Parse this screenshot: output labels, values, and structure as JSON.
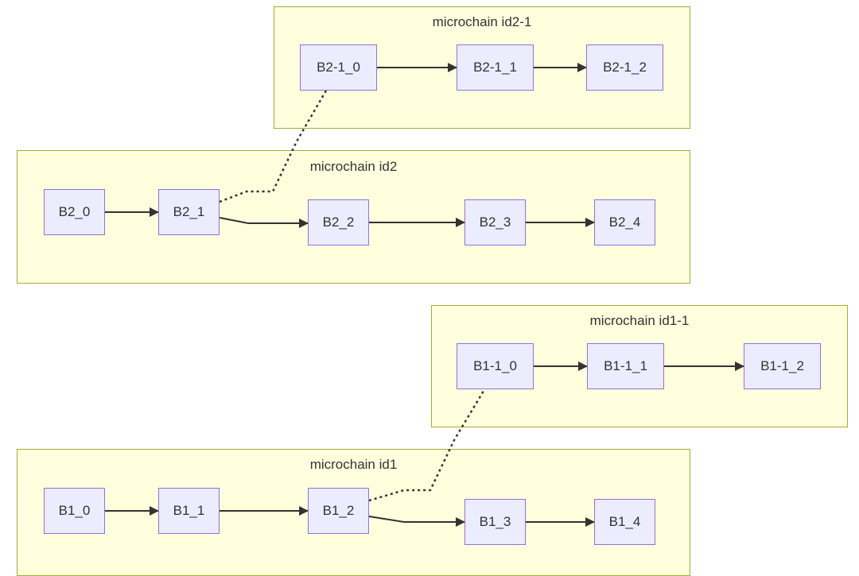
{
  "clusters": {
    "id2_1": {
      "title": "microchain id2-1"
    },
    "id2": {
      "title": "microchain id2"
    },
    "id1_1": {
      "title": "microchain id1-1"
    },
    "id1": {
      "title": "microchain id1"
    }
  },
  "nodes": {
    "b2_1_0": "B2-1_0",
    "b2_1_1": "B2-1_1",
    "b2_1_2": "B2-1_2",
    "b2_0": "B2_0",
    "b2_1": "B2_1",
    "b2_2": "B2_2",
    "b2_3": "B2_3",
    "b2_4": "B2_4",
    "b1_1_0": "B1-1_0",
    "b1_1_1": "B1-1_1",
    "b1_1_2": "B1-1_2",
    "b1_0": "B1_0",
    "b1_1": "B1_1",
    "b1_2": "B1_2",
    "b1_3": "B1_3",
    "b1_4": "B1_4"
  },
  "edges": [
    {
      "from": "B2-1_0",
      "to": "B2-1_1",
      "style": "solid"
    },
    {
      "from": "B2-1_1",
      "to": "B2-1_2",
      "style": "solid"
    },
    {
      "from": "B2_0",
      "to": "B2_1",
      "style": "solid"
    },
    {
      "from": "B2_1",
      "to": "B2_2",
      "style": "solid"
    },
    {
      "from": "B2_2",
      "to": "B2_3",
      "style": "solid"
    },
    {
      "from": "B2_3",
      "to": "B2_4",
      "style": "solid"
    },
    {
      "from": "B2_1",
      "to": "B2-1_0",
      "style": "dotted"
    },
    {
      "from": "B1-1_0",
      "to": "B1-1_1",
      "style": "solid"
    },
    {
      "from": "B1-1_1",
      "to": "B1-1_2",
      "style": "solid"
    },
    {
      "from": "B1_0",
      "to": "B1_1",
      "style": "solid"
    },
    {
      "from": "B1_1",
      "to": "B1_2",
      "style": "solid"
    },
    {
      "from": "B1_2",
      "to": "B1_3",
      "style": "solid"
    },
    {
      "from": "B1_3",
      "to": "B1_4",
      "style": "solid"
    },
    {
      "from": "B1_2",
      "to": "B1-1_0",
      "style": "dotted"
    }
  ],
  "colors": {
    "cluster_fill": "#ffffde",
    "cluster_border": "#aaaa33",
    "node_fill": "#ececff",
    "node_border": "#9370db",
    "edge": "#333333"
  }
}
